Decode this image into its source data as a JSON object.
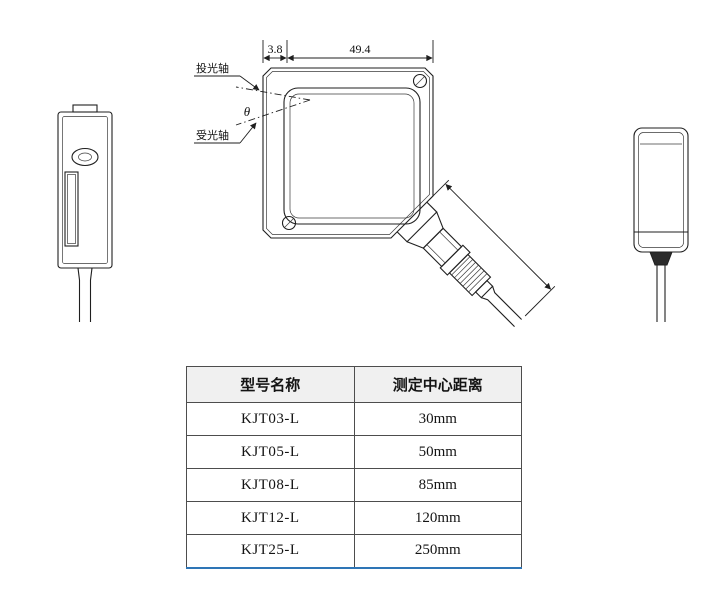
{
  "page": {
    "background": "#ffffff"
  },
  "diagram": {
    "front_view": {
      "dim_width_small": "3.8",
      "dim_width_large": "49.4",
      "label_emitter_axis": "投光轴",
      "label_receiver_axis": "受光轴",
      "label_angle": "θ"
    }
  },
  "table": {
    "headers": [
      "型号名称",
      "测定中心距离"
    ],
    "rows": [
      {
        "model": "KJT03-L",
        "distance": "30mm"
      },
      {
        "model": "KJT05-L",
        "distance": "50mm"
      },
      {
        "model": "KJT08-L",
        "distance": "85mm"
      },
      {
        "model": "KJT12-L",
        "distance": "120mm"
      },
      {
        "model": "KJT25-L",
        "distance": "250mm"
      }
    ],
    "style": {
      "header_background": "#f0f0f0",
      "border_color": "#4d4d4d",
      "bottom_accent_color": "#2e75b6"
    }
  }
}
